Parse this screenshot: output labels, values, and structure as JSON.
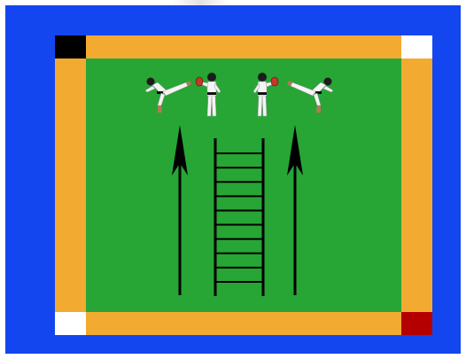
{
  "diagram": {
    "colors": {
      "outer": "#1446ef",
      "border": "#f3aa31",
      "field": "#27a535",
      "corner_top_left": "#000000",
      "corner_top_right": "#ffffff",
      "corner_bottom_left": "#ffffff",
      "corner_bottom_right": "#b40000",
      "lines": "#000000"
    },
    "figures": [
      {
        "name": "kicker-left",
        "pose": "side-kick",
        "facing": "right"
      },
      {
        "name": "holder-left",
        "pose": "holding-target",
        "facing": "left"
      },
      {
        "name": "holder-right",
        "pose": "holding-target",
        "facing": "right"
      },
      {
        "name": "kicker-right",
        "pose": "side-kick",
        "facing": "left"
      }
    ],
    "arrows": [
      {
        "name": "left-arrow",
        "direction": "up"
      },
      {
        "name": "right-arrow",
        "direction": "up"
      }
    ],
    "ladder": {
      "rungs": 10
    }
  }
}
